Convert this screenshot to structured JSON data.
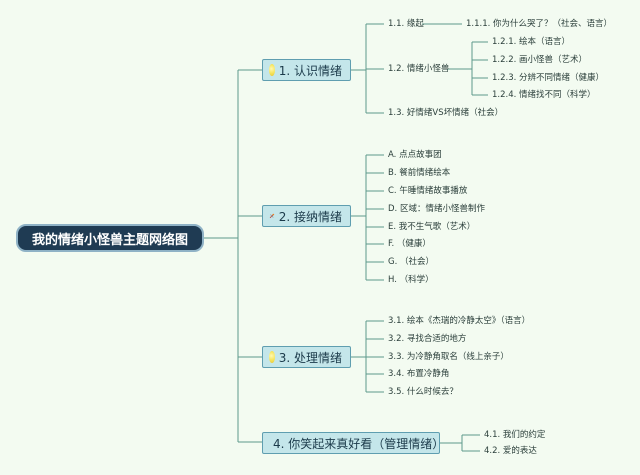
{
  "root": {
    "label": "我的情绪小怪兽主题网络图"
  },
  "branches": [
    {
      "label": "1. 认识情绪",
      "icon": "lightbulb-icon"
    },
    {
      "label": "2. 接纳情绪",
      "icon": "tools-icon"
    },
    {
      "label": "3. 处理情绪",
      "icon": "lightbulb-icon"
    },
    {
      "label": "4. 你笑起来真好看（管理情绪）",
      "icon": "red-flag-icon"
    }
  ],
  "b1": {
    "sub1": "1.1. 缘起",
    "sub1_child": "1.1.1. 你为什么哭了？（社会、语言）",
    "sub2": "1.2. 情绪小怪兽",
    "sub2_children": [
      "1.2.1. 绘本（语言）",
      "1.2.2. 画小怪兽（艺术）",
      "1.2.3. 分辨不同情绪（健康）",
      "1.2.4. 情绪找不同（科学）"
    ],
    "sub3": "1.3. 好情绪VS坏情绪（社会）"
  },
  "b2": {
    "items": [
      "A. 点点故事团",
      "B. 餐前情绪绘本",
      "C. 午睡情绪故事播放",
      "D. 区域：情绪小怪兽制作",
      "E. 我不生气歌（艺术）",
      "F. （健康）",
      "G. （社会）",
      "H. （科学）"
    ]
  },
  "b3": {
    "items": [
      "3.1. 绘本《杰瑞的冷静太空》（语言）",
      "3.2. 寻找合适的地方",
      "3.3. 为冷静角取名（线上亲子）",
      "3.4. 布置冷静角",
      "3.5. 什么时候去？"
    ]
  },
  "b4": {
    "items": [
      "4.1. 我们的约定",
      "4.2. 爱的表达"
    ]
  },
  "colors": {
    "line": "#5e9a8c",
    "root_bg": "#1f3b53",
    "branch_bg": "#c4e6ea",
    "background": "#f3fbf1"
  }
}
